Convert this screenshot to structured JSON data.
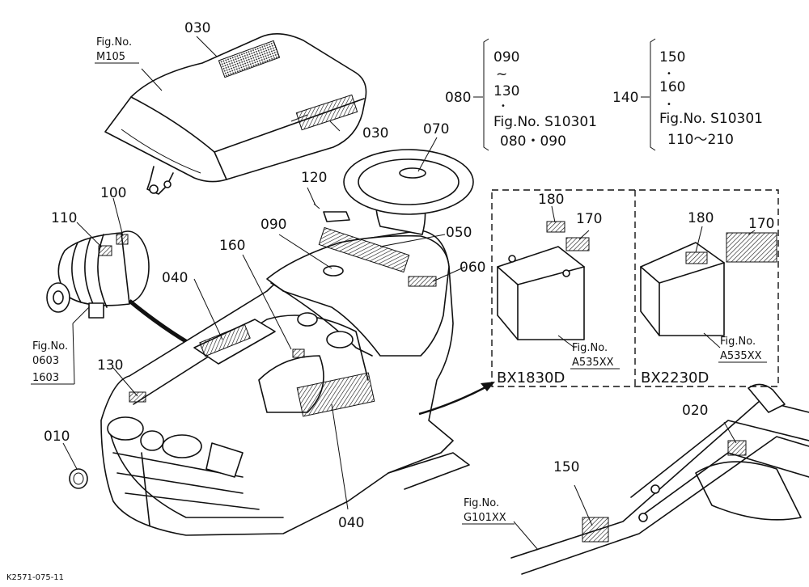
{
  "diagram": {
    "drawing_id": "K2571-075-11",
    "callouts": {
      "c010": "010",
      "c020": "020",
      "c030a": "030",
      "c030b": "030",
      "c040a": "040",
      "c040b": "040",
      "c050": "050",
      "c060": "060",
      "c070": "070",
      "c090": "090",
      "c100": "100",
      "c110": "110",
      "c120": "120",
      "c130": "130",
      "c150": "150",
      "c160": "160",
      "c170a": "170",
      "c180a": "180",
      "c170b": "170",
      "c180b": "180"
    },
    "fig_refs": {
      "hood": {
        "prefix": "Fig.No.",
        "code": "M105"
      },
      "air_cleaner": {
        "prefix": "Fig.No.",
        "code1": "0603",
        "code2": "1603"
      },
      "frame": {
        "prefix": "Fig.No.",
        "code": "G101XX"
      },
      "battery_left": {
        "prefix": "Fig.No.",
        "code": "A535XX"
      },
      "battery_right": {
        "prefix": "Fig.No.",
        "code": "A535XX"
      }
    },
    "note_080": {
      "label": "080",
      "line1": "090",
      "tilde": "~",
      "line2": "130",
      "dot": "•",
      "fig": "Fig.No.  S10301",
      "range": "080・090"
    },
    "note_140": {
      "label": "140",
      "line1": "150",
      "dot1": "•",
      "line2": "160",
      "dot2": "•",
      "fig": "Fig.No.  S10301",
      "range": "110～210"
    },
    "models": {
      "left": "BX1830D",
      "right": "BX2230D"
    }
  }
}
